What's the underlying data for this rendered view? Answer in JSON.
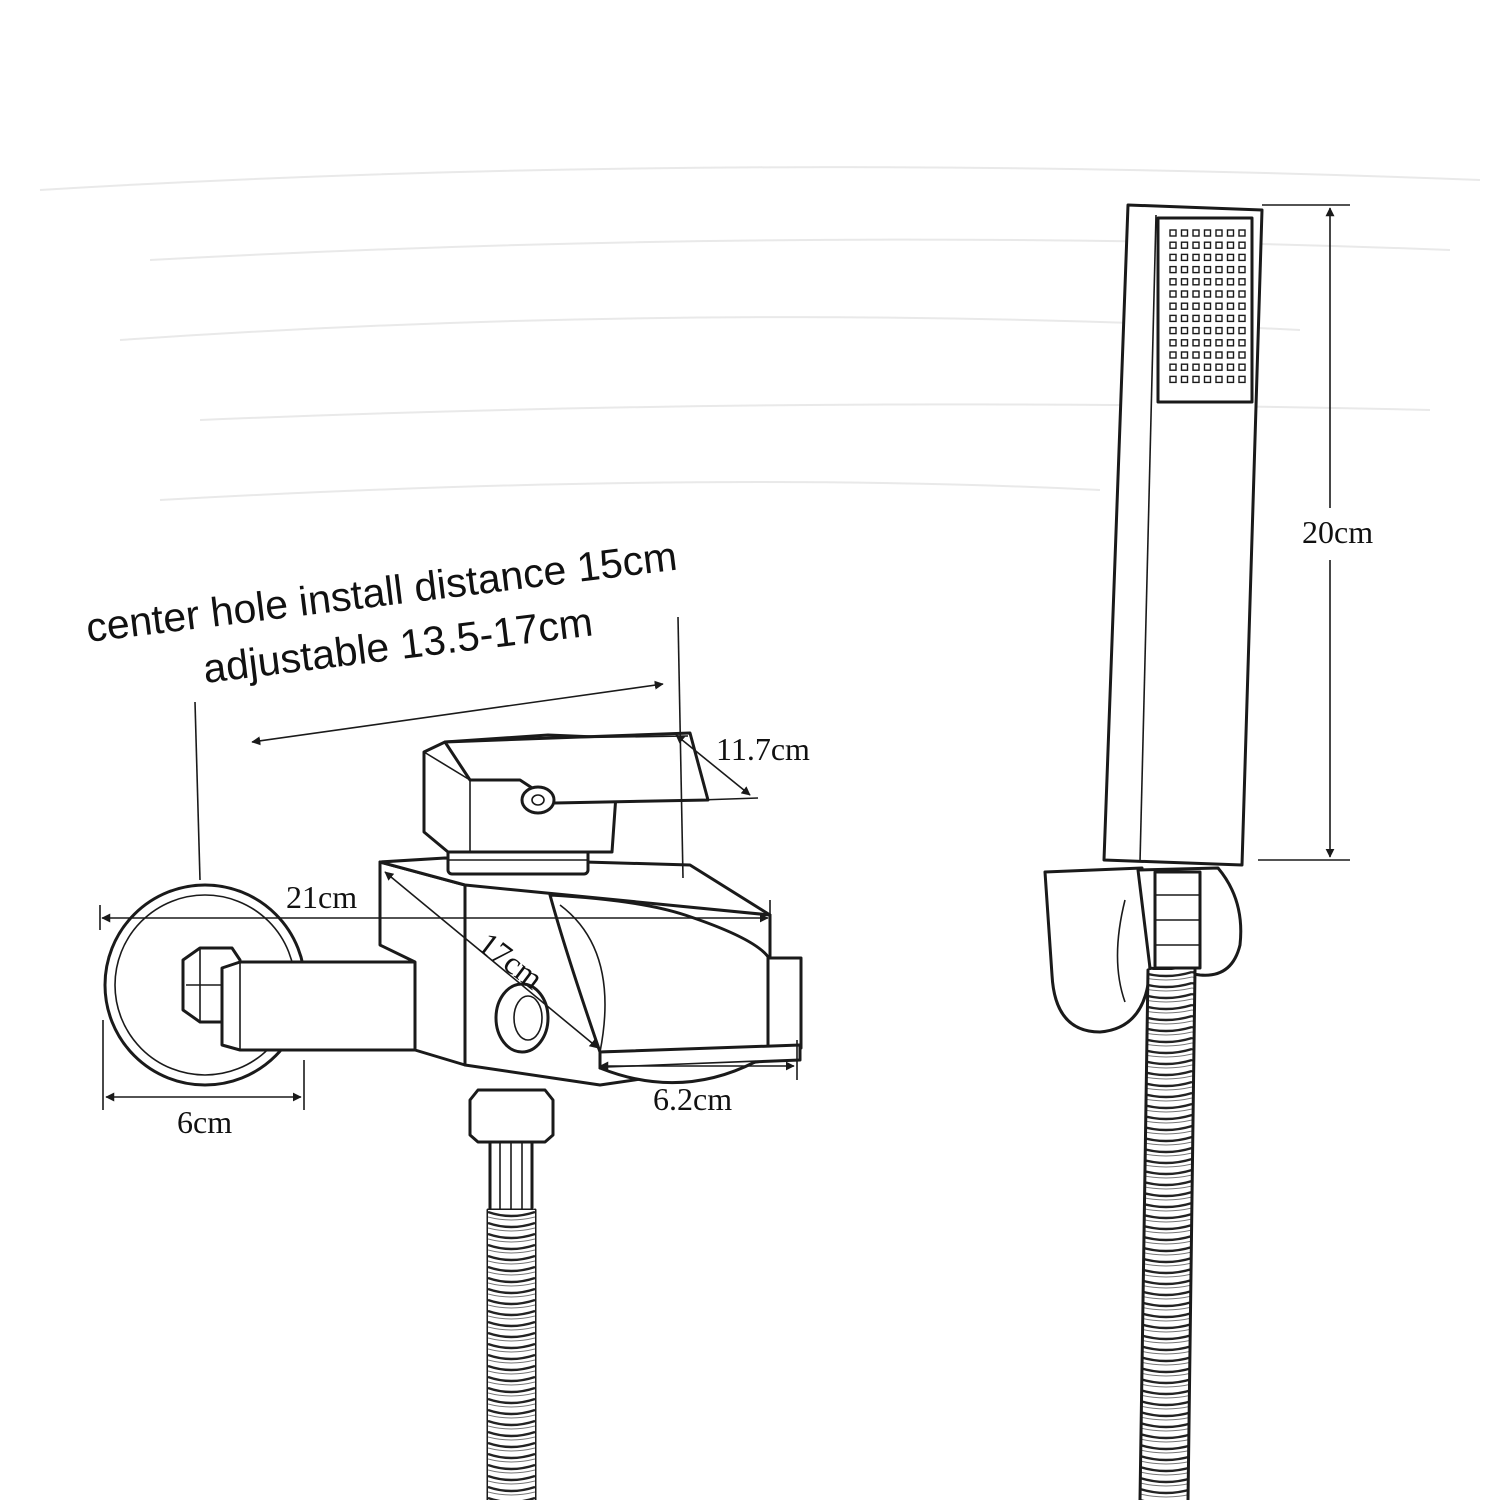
{
  "note": {
    "line1": "center hole install distance 15cm",
    "line2": "adjustable 13.5-17cm"
  },
  "dimensions": {
    "handle_width": "11.7cm",
    "total_length": "21cm",
    "spout_diagonal": "17cm",
    "flange_diameter": "6cm",
    "spout_width": "6.2cm",
    "handshower_length": "20cm"
  },
  "colors": {
    "line": "#1a1a1a",
    "background": "#ffffff"
  }
}
